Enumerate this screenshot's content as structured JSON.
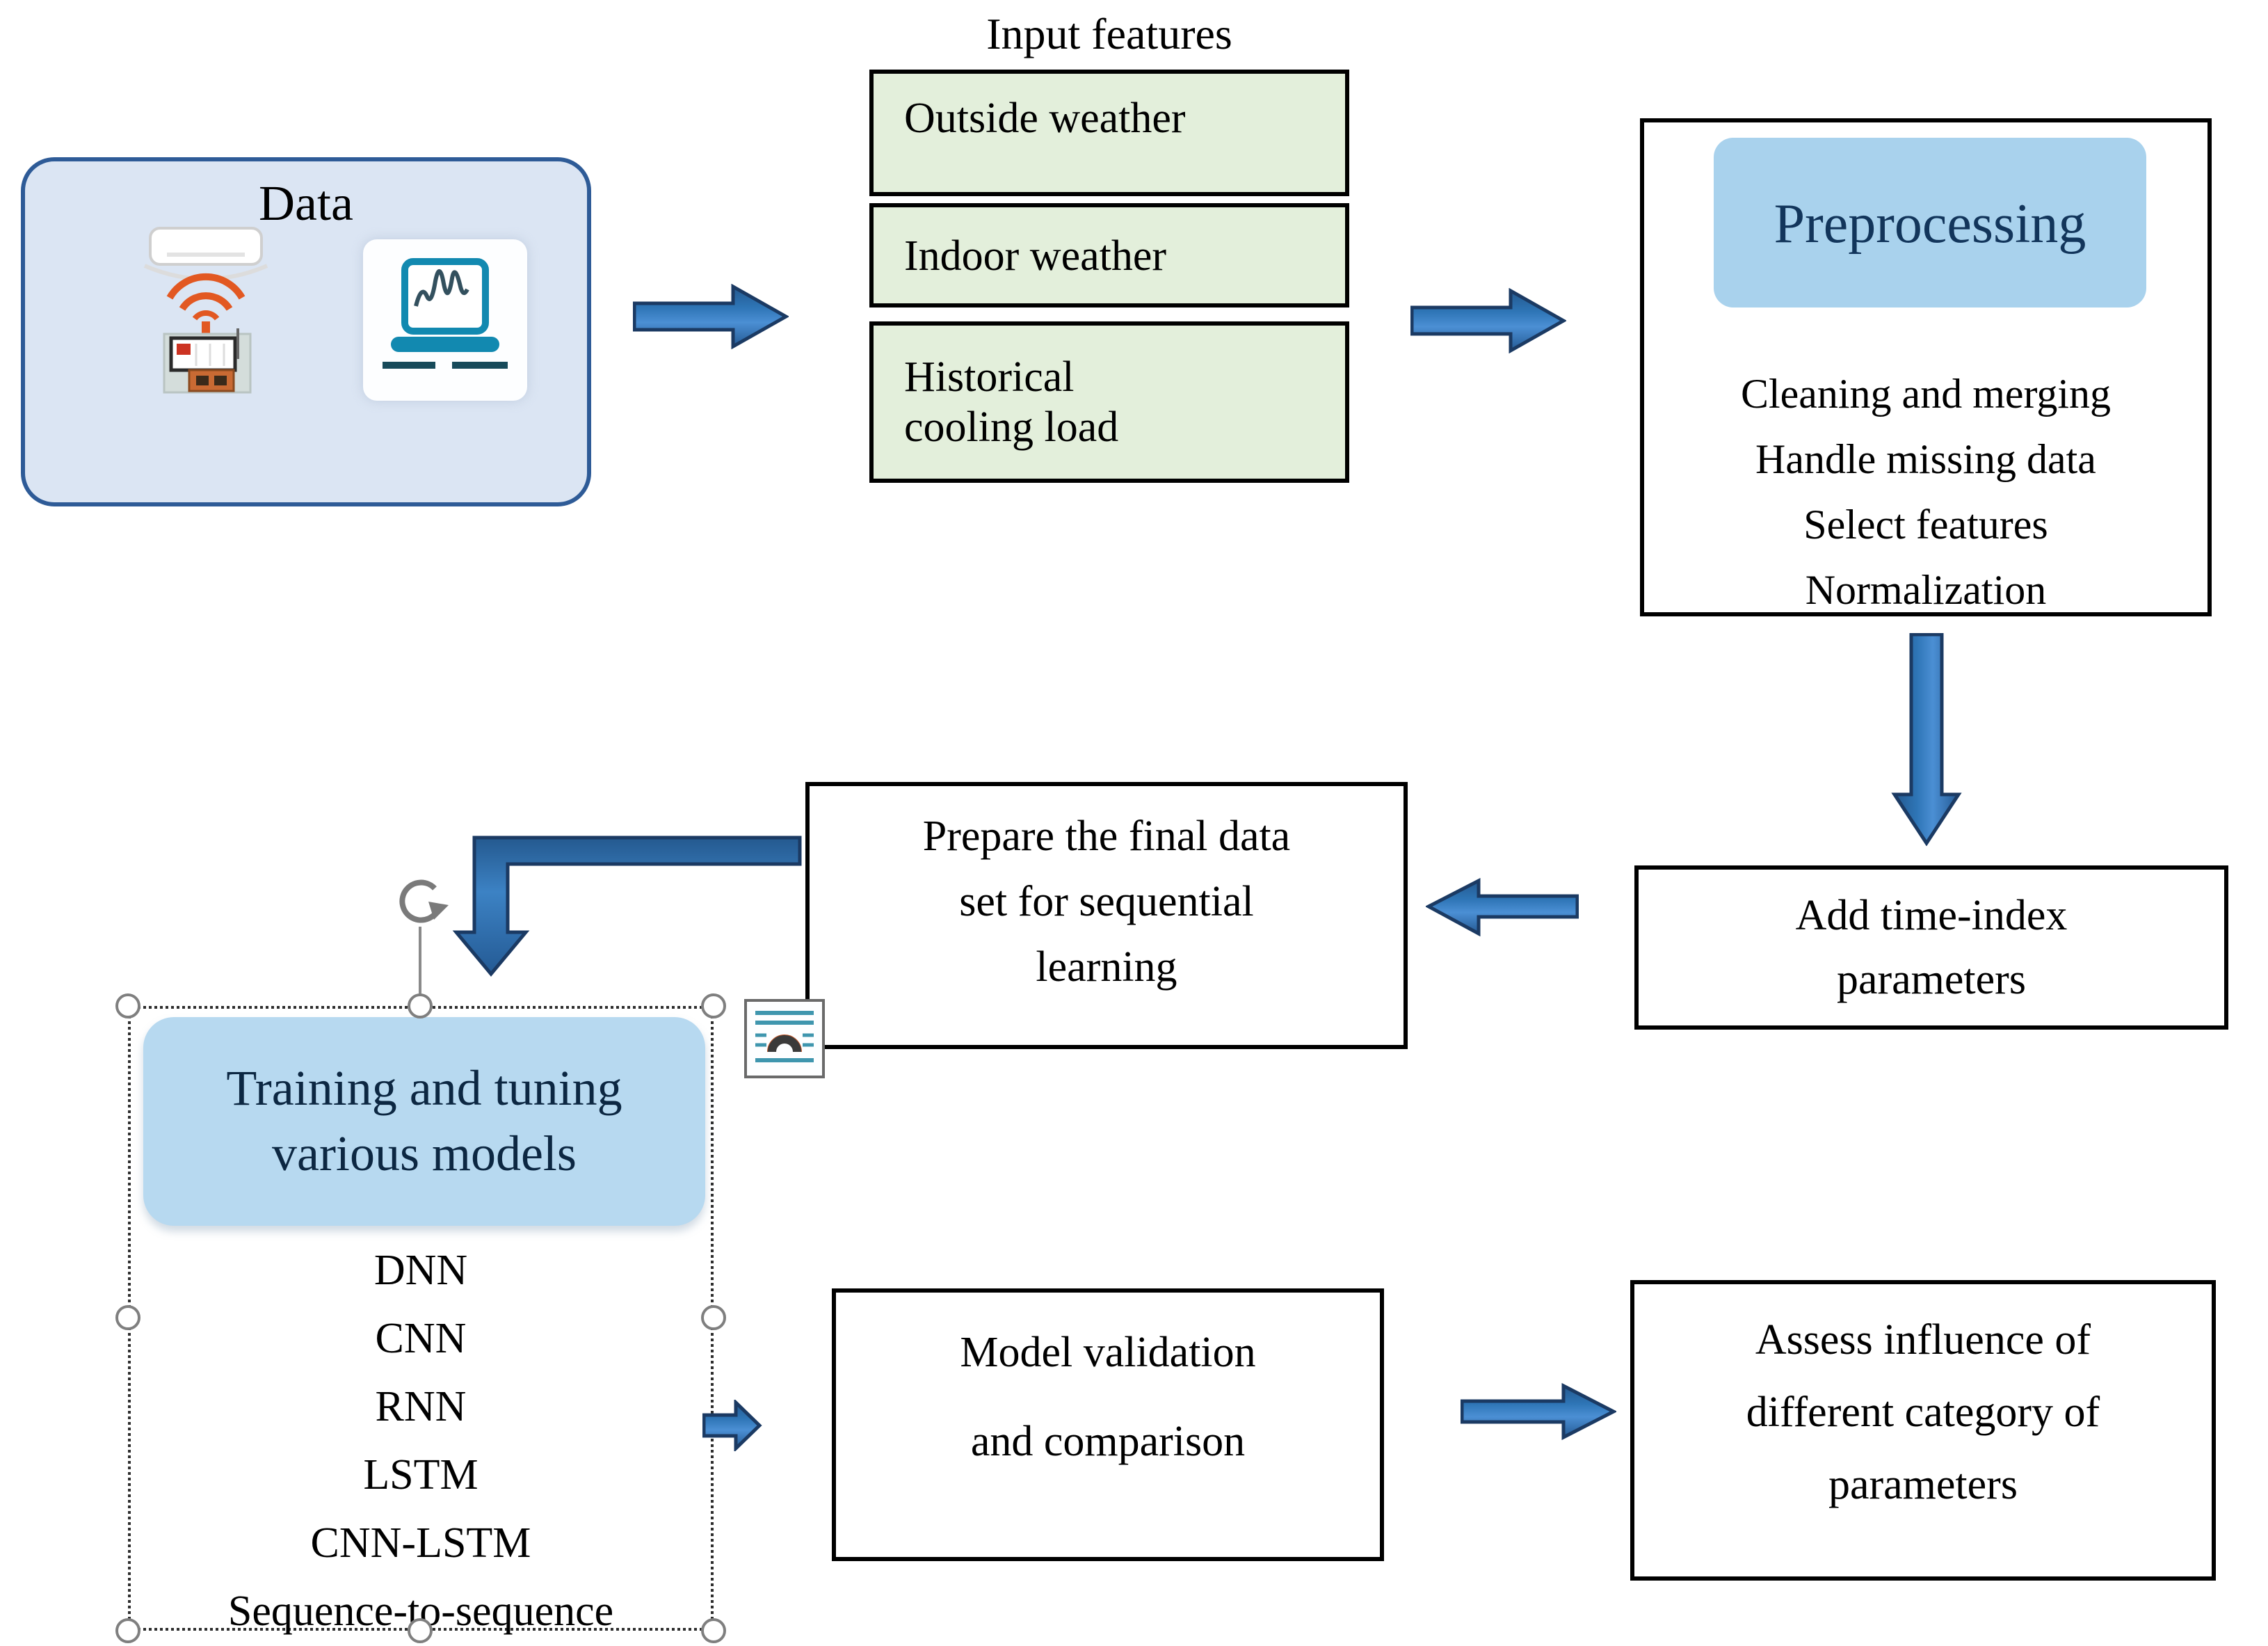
{
  "diagram": {
    "data_box": {
      "title": "Data"
    },
    "input_features": {
      "label": "Input features",
      "items": [
        {
          "label": "Outside weather"
        },
        {
          "label": "Indoor weather"
        },
        {
          "label": "Historical\ncooling load"
        }
      ]
    },
    "preprocessing": {
      "title": "Preprocessing",
      "steps": [
        "Cleaning and merging",
        "Handle missing data",
        "Select features",
        "Normalization"
      ]
    },
    "add_time_index": {
      "label": "Add time-index\nparameters"
    },
    "prepare": {
      "label": "Prepare the final data\nset for sequential\nlearning"
    },
    "training": {
      "title": "Training and tuning\nvarious models",
      "models": [
        "DNN",
        "CNN",
        "RNN",
        "LSTM",
        "CNN-LSTM",
        "Sequence-to-sequence"
      ]
    },
    "validation": {
      "label": "Model validation\nand comparison"
    },
    "assess": {
      "label": "Assess influence of\ndifferent category of\nparameters"
    }
  },
  "colors": {
    "arrow_fill": "#2e75b6",
    "arrow_stroke": "#1b3a63",
    "green_fill": "#e3efdb",
    "preprocessing_chip": "#a9d2ed",
    "training_chip": "#b7d9f0",
    "data_box_fill": "#dbe5f3",
    "data_box_border": "#2e5b97",
    "box_border": "#000000",
    "wifi_orange": "#e25822",
    "laptop_teal": "#1289b0",
    "handle_grey": "#7f7f7f"
  },
  "icons": {
    "hvac": "air-conditioner-with-wifi-sensor-icon",
    "laptop": "laptop-waveform-icon",
    "rotate": "rotate-handle-icon",
    "object": "embedded-object-icon"
  }
}
